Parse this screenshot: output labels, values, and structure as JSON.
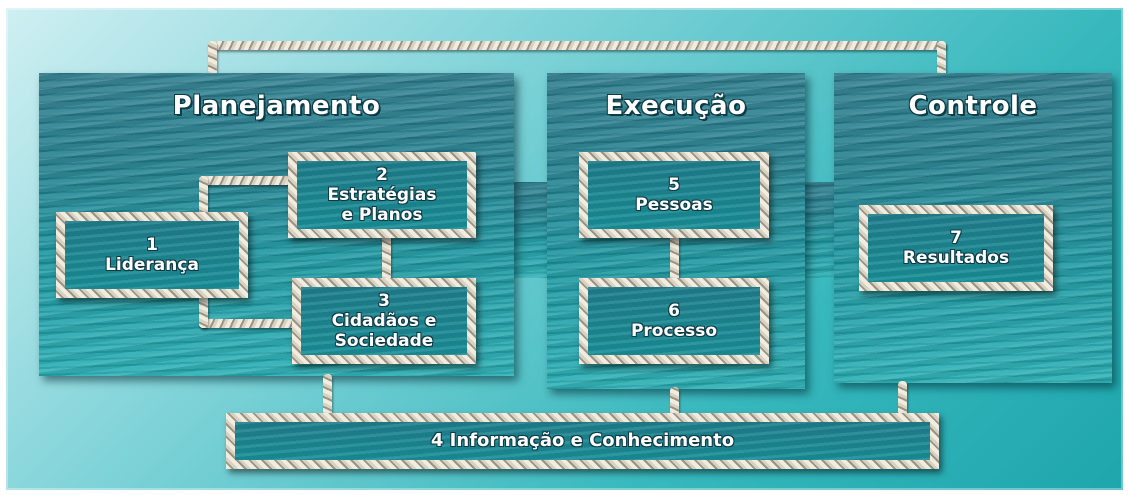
{
  "phases": {
    "planejamento": "Planejamento",
    "execucao": "Execução",
    "controle": "Controle"
  },
  "boxes": {
    "estrategias": {
      "number": "2",
      "line1": "Estratégias",
      "line2": "e Planos"
    },
    "lideranca": {
      "number": "1",
      "line1": "Liderança"
    },
    "cidadaos": {
      "number": "3",
      "line1": "Cidadãos e",
      "line2": "Sociedade"
    },
    "pessoas": {
      "number": "5",
      "line1": "Pessoas"
    },
    "processo": {
      "number": "6",
      "line1": "Processo"
    },
    "resultados": {
      "number": "7",
      "line1": "Resultados"
    },
    "informacao": {
      "label": "4 Informação e Conhecimento"
    }
  },
  "colors": {
    "background_accent": "#37b8bd",
    "panel_water": "#23808f",
    "rope": "#d9d2c2",
    "text": "#ffffff"
  }
}
